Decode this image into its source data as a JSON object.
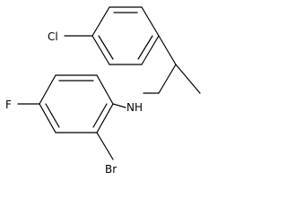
{
  "molecule": {
    "atoms": {
      "chlorine": "Cl",
      "fluorine": "F",
      "bromine": "Br",
      "amine": "NH"
    }
  }
}
